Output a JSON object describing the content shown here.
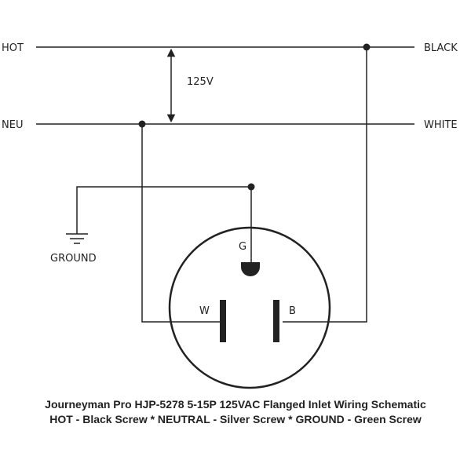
{
  "diagram": {
    "labels": {
      "hot": "HOT",
      "neu": "NEU",
      "black": "BLACK",
      "white": "WHITE",
      "voltage": "125V",
      "ground": "GROUND",
      "terminal_g": "G",
      "terminal_w": "W",
      "terminal_b": "B"
    },
    "colors": {
      "line": "#222222",
      "background": "#ffffff"
    }
  },
  "caption": {
    "line1": "Journeyman Pro HJP-5278 5-15P 125VAC Flanged Inlet Wiring Schematic",
    "line2": "HOT - Black Screw * NEUTRAL - Silver Screw * GROUND - Green Screw"
  }
}
